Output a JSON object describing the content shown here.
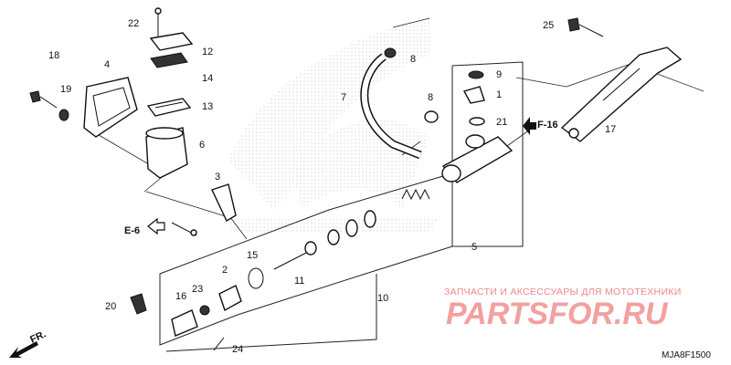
{
  "diagram": {
    "callouts": {
      "c1": "1",
      "c2": "2",
      "c3": "3",
      "c4": "4",
      "c5": "5",
      "c6": "6",
      "c7": "7",
      "c8a": "8",
      "c8b": "8",
      "c9": "9",
      "c10": "10",
      "c11": "11",
      "c12": "12",
      "c13": "13",
      "c14": "14",
      "c15": "15",
      "c16": "16",
      "c17": "17",
      "c18": "18",
      "c19": "19",
      "c20": "20",
      "c21": "21",
      "c22": "22",
      "c23": "23",
      "c24": "24",
      "c25": "25"
    },
    "refs": {
      "f16": "F-16",
      "e6": "E-6",
      "fr": "FR."
    },
    "watermark": {
      "caption": "ЗАПЧАСТИ И АКСЕССУАРЫ ДЛЯ МОТОТЕХНИКИ",
      "brand": "PARTSFOR.RU"
    },
    "code": "MJA8F1500"
  }
}
